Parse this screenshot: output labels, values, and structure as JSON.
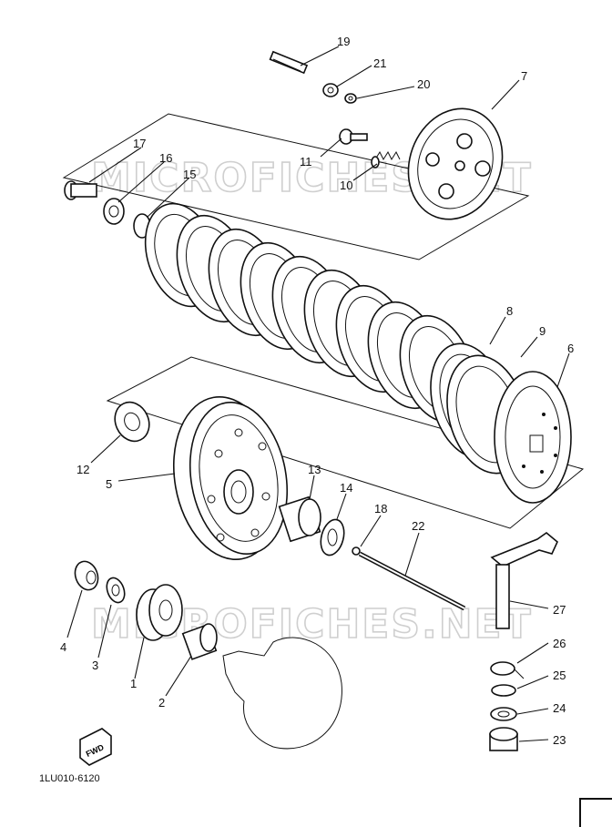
{
  "watermarks": [
    "MICROFICHES.NET",
    "MICROFICHES.NET"
  ],
  "diagram_code": "1LU010-6120",
  "fwd_label": "FWD",
  "callouts": [
    {
      "id": "c1",
      "label": "1"
    },
    {
      "id": "c2",
      "label": "2"
    },
    {
      "id": "c3",
      "label": "3"
    },
    {
      "id": "c4",
      "label": "4"
    },
    {
      "id": "c5",
      "label": "5"
    },
    {
      "id": "c6",
      "label": "6"
    },
    {
      "id": "c7",
      "label": "7"
    },
    {
      "id": "c8",
      "label": "8"
    },
    {
      "id": "c9",
      "label": "9"
    },
    {
      "id": "c10",
      "label": "10"
    },
    {
      "id": "c11",
      "label": "11"
    },
    {
      "id": "c12",
      "label": "12"
    },
    {
      "id": "c13",
      "label": "13"
    },
    {
      "id": "c14",
      "label": "14"
    },
    {
      "id": "c15",
      "label": "15"
    },
    {
      "id": "c16",
      "label": "16"
    },
    {
      "id": "c17",
      "label": "17"
    },
    {
      "id": "c18",
      "label": "18"
    },
    {
      "id": "c19",
      "label": "19"
    },
    {
      "id": "c20",
      "label": "20"
    },
    {
      "id": "c21",
      "label": "21"
    },
    {
      "id": "c22",
      "label": "22"
    },
    {
      "id": "c23",
      "label": "23"
    },
    {
      "id": "c24",
      "label": "24"
    },
    {
      "id": "c25",
      "label": "25"
    },
    {
      "id": "c26",
      "label": "26"
    },
    {
      "id": "c27",
      "label": "27"
    }
  ]
}
